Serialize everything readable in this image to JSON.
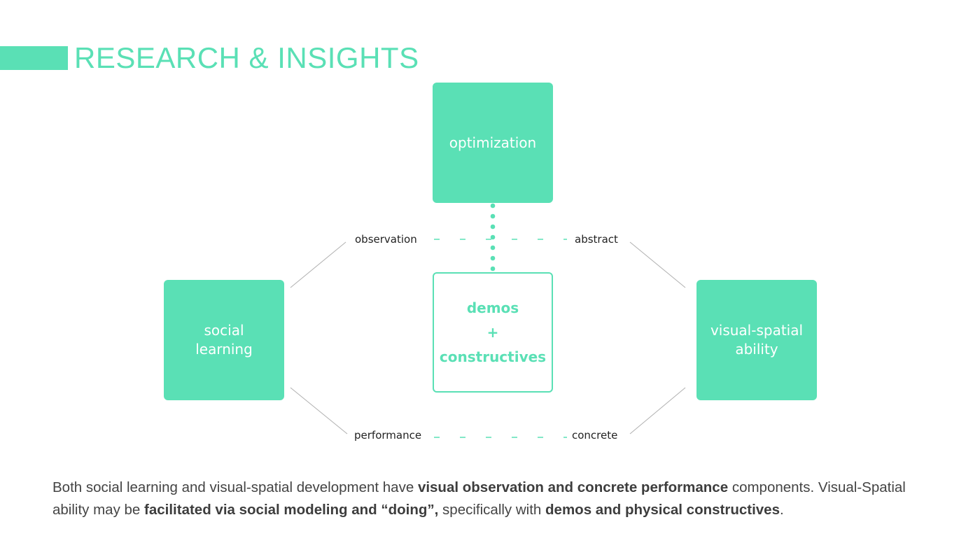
{
  "header": {
    "title": "RESEARCH & INSIGHTS"
  },
  "colors": {
    "accent": "#5ae0b5",
    "connector_gray": "#b0b0b0",
    "body_text": "#444444"
  },
  "diagram": {
    "nodes": {
      "top": {
        "label": "optimization",
        "style": "filled"
      },
      "left": {
        "label": "social\nlearning",
        "style": "filled"
      },
      "right": {
        "label": "visual-spatial\nability",
        "style": "filled"
      },
      "center": {
        "line1": "demos",
        "line2": "+",
        "line3": "constructives",
        "style": "outline"
      }
    },
    "labels": {
      "top_left": "observation",
      "top_right": "abstract",
      "bottom_left": "performance",
      "bottom_right": "concrete"
    },
    "connectors": [
      {
        "from": "social learning",
        "to": "observation",
        "style": "solid-gray"
      },
      {
        "from": "social learning",
        "to": "performance",
        "style": "solid-gray"
      },
      {
        "from": "visual-spatial ability",
        "to": "abstract",
        "style": "solid-gray"
      },
      {
        "from": "visual-spatial ability",
        "to": "concrete",
        "style": "solid-gray"
      },
      {
        "from": "observation",
        "to": "abstract",
        "style": "dashed-accent"
      },
      {
        "from": "performance",
        "to": "concrete",
        "style": "dashed-accent"
      },
      {
        "from": "optimization",
        "to": "demos + constructives",
        "style": "dotted-accent"
      }
    ]
  },
  "caption": {
    "segments": [
      {
        "text": "Both social learning and visual-spatial development have ",
        "bold": false
      },
      {
        "text": "visual observation and concrete performance",
        "bold": true
      },
      {
        "text": " components. Visual-Spatial ability may be ",
        "bold": false
      },
      {
        "text": "facilitated via social modeling and “doing”,",
        "bold": true
      },
      {
        "text": " specifically with ",
        "bold": false
      },
      {
        "text": "demos and physical constructives",
        "bold": true
      },
      {
        "text": ".",
        "bold": false
      }
    ]
  }
}
